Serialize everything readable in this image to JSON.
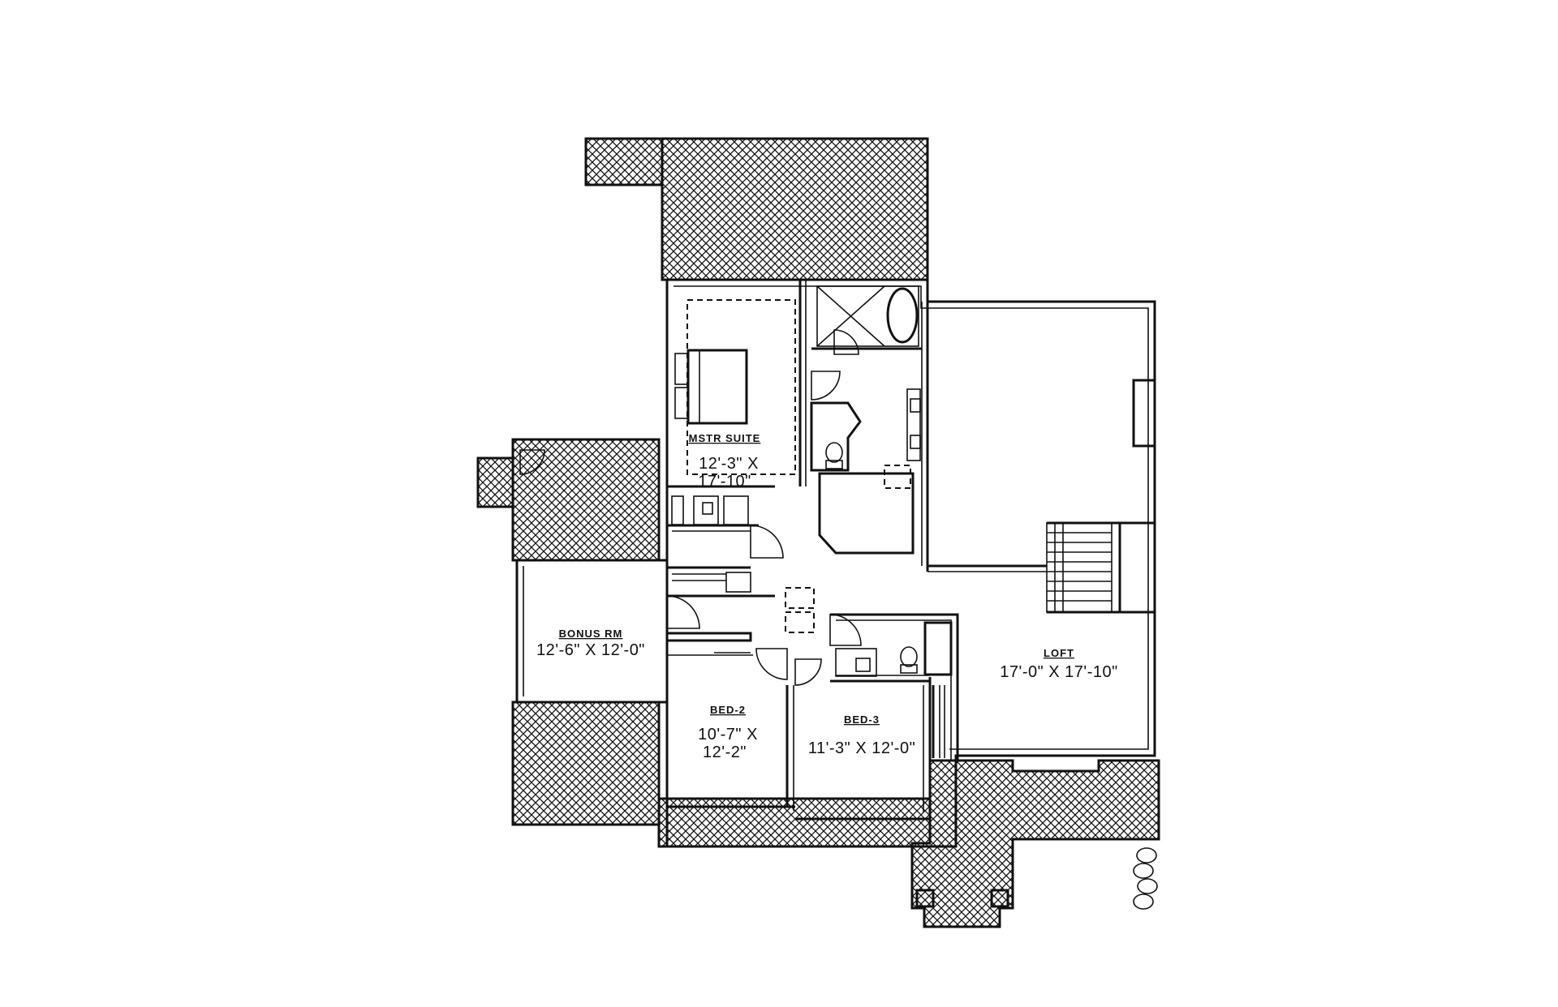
{
  "rooms": {
    "master": {
      "name": "MSTR SUITE",
      "dim_line1": "12'-3\" X",
      "dim_line2": "17'-10\""
    },
    "bonus": {
      "name": "BONUS RM",
      "dim": "12'-6\" X 12'-0\""
    },
    "bed2": {
      "name": "BED-2",
      "dim_line1": "10'-7\" X",
      "dim_line2": "12'-2\""
    },
    "bed3": {
      "name": "BED-3",
      "dim": "11'-3\" X 12'-0\""
    },
    "loft": {
      "name": "LOFT",
      "dim": "17'-0\" X 17'-10\""
    }
  }
}
